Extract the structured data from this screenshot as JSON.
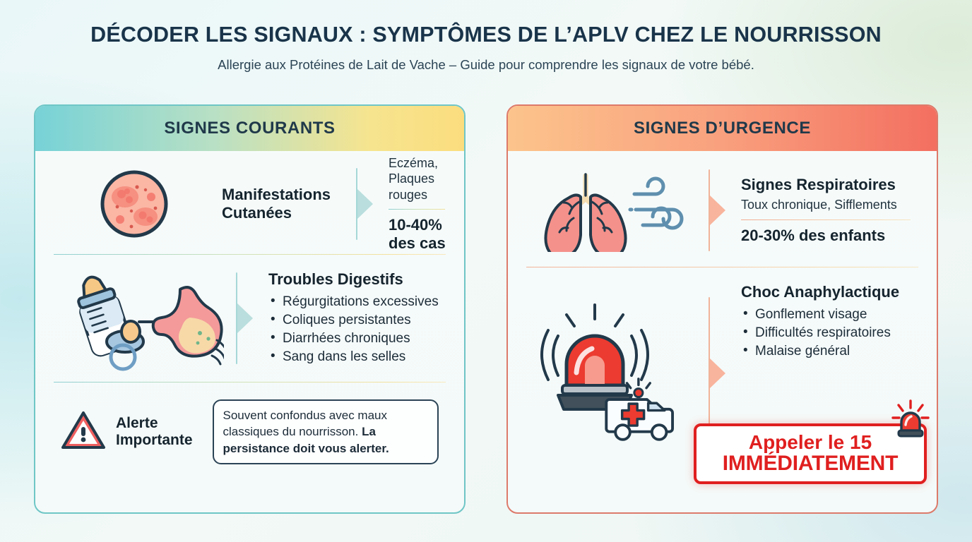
{
  "header": {
    "title": "DÉCODER LES SIGNAUX : SYMPTÔMES DE L’APLV CHEZ LE NOURRISSON",
    "subtitle": "Allergie aux Protéines de Lait de Vache – Guide pour comprendre les signaux de votre bébé."
  },
  "colors": {
    "teal": "#6fc6c6",
    "yellow": "#fbdd7e",
    "orange": "#fcc48c",
    "red": "#f36f60",
    "emergency_red": "#e01f1f",
    "navy": "#15242e",
    "salmon": "#f4968a"
  },
  "left_panel": {
    "heading": "SIGNES COURANTS",
    "sections": [
      {
        "icon": "skin-rash-icon",
        "title": "Manifestations Cutanées",
        "detail": "Eczéma,\nPlaques rouges",
        "detail_line1": "Eczéma,",
        "detail_line2": "Plaques rouges",
        "stat": "10-40% des cas"
      },
      {
        "icon": "baby-bottle-stomach-icon",
        "title": "Troubles Digestifs",
        "bullets": [
          "Régurgitations excessives",
          "Coliques persistantes",
          "Diarrhées chroniques",
          "Sang dans les selles"
        ]
      }
    ],
    "alert": {
      "icon": "warning-triangle-icon",
      "label_line1": "Alerte",
      "label_line2": "Importante",
      "text_normal": "Souvent confondus avec maux classiques du nourrisson. ",
      "text_bold": "La persistance doit vous alerter."
    }
  },
  "right_panel": {
    "heading": "SIGNES D’URGENCE",
    "sections": [
      {
        "icon": "lungs-wind-icon",
        "title": "Signes Respiratoires",
        "detail": "Toux chronique, Sifflements",
        "stat": "20-30% des enfants"
      },
      {
        "icon": "siren-ambulance-icon",
        "title": "Choc Anaphylactique",
        "bullets": [
          "Gonflement visage",
          "Difficultés respiratoires",
          "Malaise général"
        ]
      }
    ],
    "cta": {
      "icon": "emergency-light-icon",
      "line1": "Appeler le 15",
      "line2": "IMMÉDIATEMENT"
    }
  }
}
